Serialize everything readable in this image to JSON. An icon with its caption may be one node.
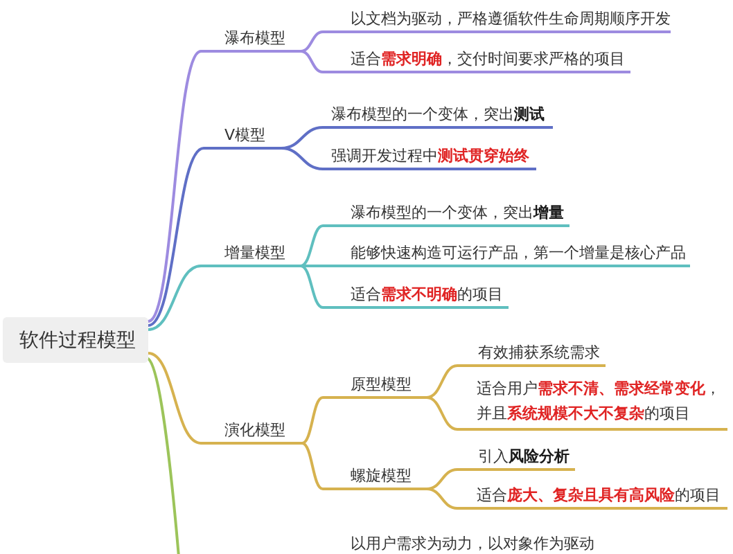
{
  "diagram": {
    "nodes": [
      {
        "text": [
          "软件过程模型"
        ]
      },
      {
        "text": [
          "瀑布模型"
        ]
      },
      {
        "text": [
          "以文档为驱动，严格遵循软件生命周期顺序开发"
        ]
      },
      {
        "text": [
          "适合**需求明确**，交付时间要求严格的项目"
        ]
      },
      {
        "text": [
          "V模型"
        ]
      },
      {
        "text": [
          "瀑布模型的一个变体，突出**测试**"
        ]
      },
      {
        "text": [
          "强调开发过程中**测试贯穿始终**"
        ]
      },
      {
        "text": [
          "增量模型"
        ]
      },
      {
        "text": [
          "瀑布模型的一个变体，突出**增量**"
        ]
      },
      {
        "text": [
          "能够快速构造可运行产品，第一个增量是核心产品"
        ]
      },
      {
        "text": [
          "适合**需求不明确**的项目"
        ]
      },
      {
        "text": [
          "演化模型"
        ]
      },
      {
        "text": [
          "原型模型"
        ]
      },
      {
        "text": [
          "有效捕获系统需求"
        ]
      },
      {
        "text": [
          "适合用户**需求不清、需求经常变化**，并且**系统规模不大不复杂**的项目"
        ]
      },
      {
        "text": [
          "螺旋模型"
        ]
      },
      {
        "text": [
          "引入**风险分析**"
        ]
      },
      {
        "text": [
          "适合**庞大、复杂且具有高风险**的项目"
        ]
      }
    ],
    "edges": [
      {
        "from": 0,
        "to": 1,
        "arrow": "none",
        "color": "#9d8be0"
      },
      {
        "from": 1,
        "to": 2,
        "arrow": "none",
        "color": "#9d8be0"
      },
      {
        "from": 1,
        "to": 3,
        "arrow": "none",
        "color": "#9d8be0"
      },
      {
        "from": 0,
        "to": 4,
        "arrow": "none",
        "color": "#5f6fc6"
      },
      {
        "from": 4,
        "to": 5,
        "arrow": "none",
        "color": "#5f6fc6"
      },
      {
        "from": 4,
        "to": 6,
        "arrow": "none",
        "color": "#5f6fc6"
      },
      {
        "from": 0,
        "to": 7,
        "arrow": "none",
        "color": "#5fbfbf"
      },
      {
        "from": 7,
        "to": 8,
        "arrow": "none",
        "color": "#5fbfbf"
      },
      {
        "from": 7,
        "to": 9,
        "arrow": "none",
        "color": "#5fbfbf"
      },
      {
        "from": 7,
        "to": 10,
        "arrow": "none",
        "color": "#5fbfbf"
      },
      {
        "from": 0,
        "to": 11,
        "arrow": "none"
      },
      {
        "from": 11,
        "to": 12,
        "arrow": "none"
      },
      {
        "from": 12,
        "to": 13,
        "arrow": "none"
      },
      {
        "from": 12,
        "to": 14,
        "arrow": "none"
      },
      {
        "from": 11,
        "to": 15,
        "arrow": "none"
      },
      {
        "from": 15,
        "to": 16,
        "arrow": "none"
      },
      {
        "from": 15,
        "to": 17,
        "arrow": "none"
      },
      {
        "from": 0,
        "to": null,
        "arrow": "none",
        "color": "#9cc45a"
      }
    ],
    "labels": [
      "以用户需求为动力，以对象作为驱动"
    ]
  }
}
